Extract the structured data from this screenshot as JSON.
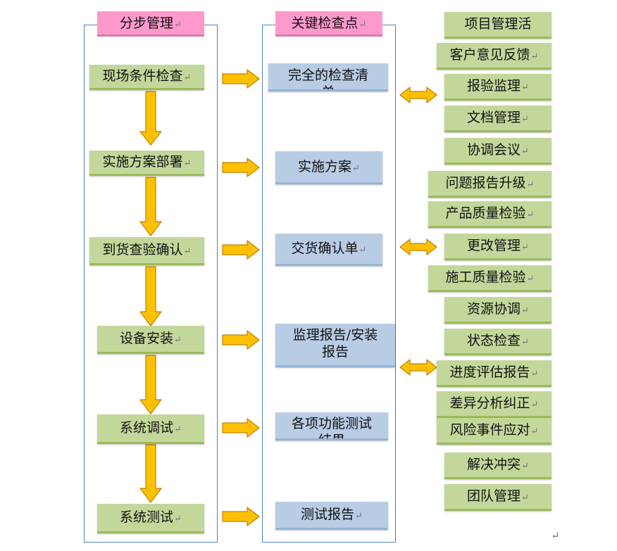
{
  "headers": {
    "steps": "分步管理",
    "checkpoints": "关键检查点"
  },
  "steps": [
    "现场条件检查",
    "实施方案部署",
    "到货查验确认",
    "设备安装",
    "系统调试",
    "系统测试"
  ],
  "checkpoints": [
    "完全的检查清\n单",
    "实施方案",
    "交货确认单",
    "监理报告/安装\n报告",
    "各项功能测试\n结果",
    "测试报告"
  ],
  "activities": [
    "项目管理活",
    "客户意见反馈",
    "报验监理",
    "文档管理",
    "协调会议",
    "问题报告升级",
    "产品质量检验",
    "更改管理",
    "施工质量检验",
    "资源协调",
    "状态检查",
    "进度评估报告",
    "差异分析纠正",
    "风险事件应对",
    "解决冲突",
    "团队管理"
  ],
  "colors": {
    "step_fill": "#c4d79b",
    "checkpoint_fill": "#b8cce4",
    "header_fill": "#ff99cc",
    "arrow_fill": "#ffc000",
    "arrow_stroke": "#c08000",
    "lane_border": "#4f81bd"
  }
}
